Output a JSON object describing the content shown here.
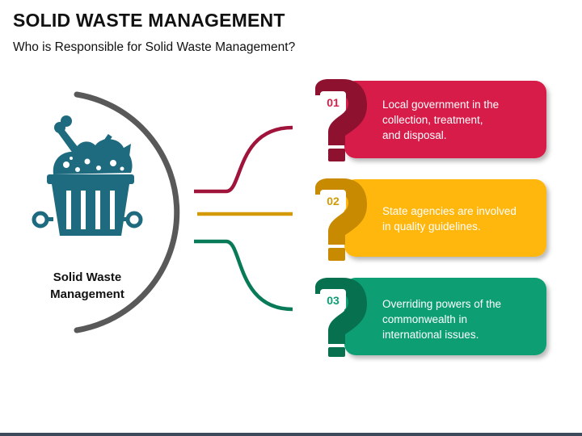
{
  "header": {
    "title": "SOLID WASTE MANAGEMENT",
    "subtitle": "Who is Responsible for Solid Waste Management?"
  },
  "hub": {
    "icon": "waste-bin-icon",
    "label_line1": "Solid Waste",
    "label_line2": "Management"
  },
  "items": [
    {
      "number": "01",
      "color": "#d81e48",
      "dark_color": "#8e1230",
      "icon": "question-mark-icon",
      "text_lines": [
        "Local government in the",
        "collection, treatment,",
        "and disposal."
      ]
    },
    {
      "number": "02",
      "color": "#ffb60c",
      "dark_color": "#c78a00",
      "icon": "question-mark-icon",
      "text_lines": [
        "State agencies are involved",
        "in quality guidelines."
      ]
    },
    {
      "number": "03",
      "color": "#0b9f73",
      "dark_color": "#07704f",
      "icon": "question-mark-icon",
      "text_lines": [
        "Overriding powers of the",
        "commonwealth in",
        "international issues."
      ]
    }
  ],
  "colors": {
    "icon_teal": "#1e6b80",
    "arc_gray": "#595959"
  }
}
